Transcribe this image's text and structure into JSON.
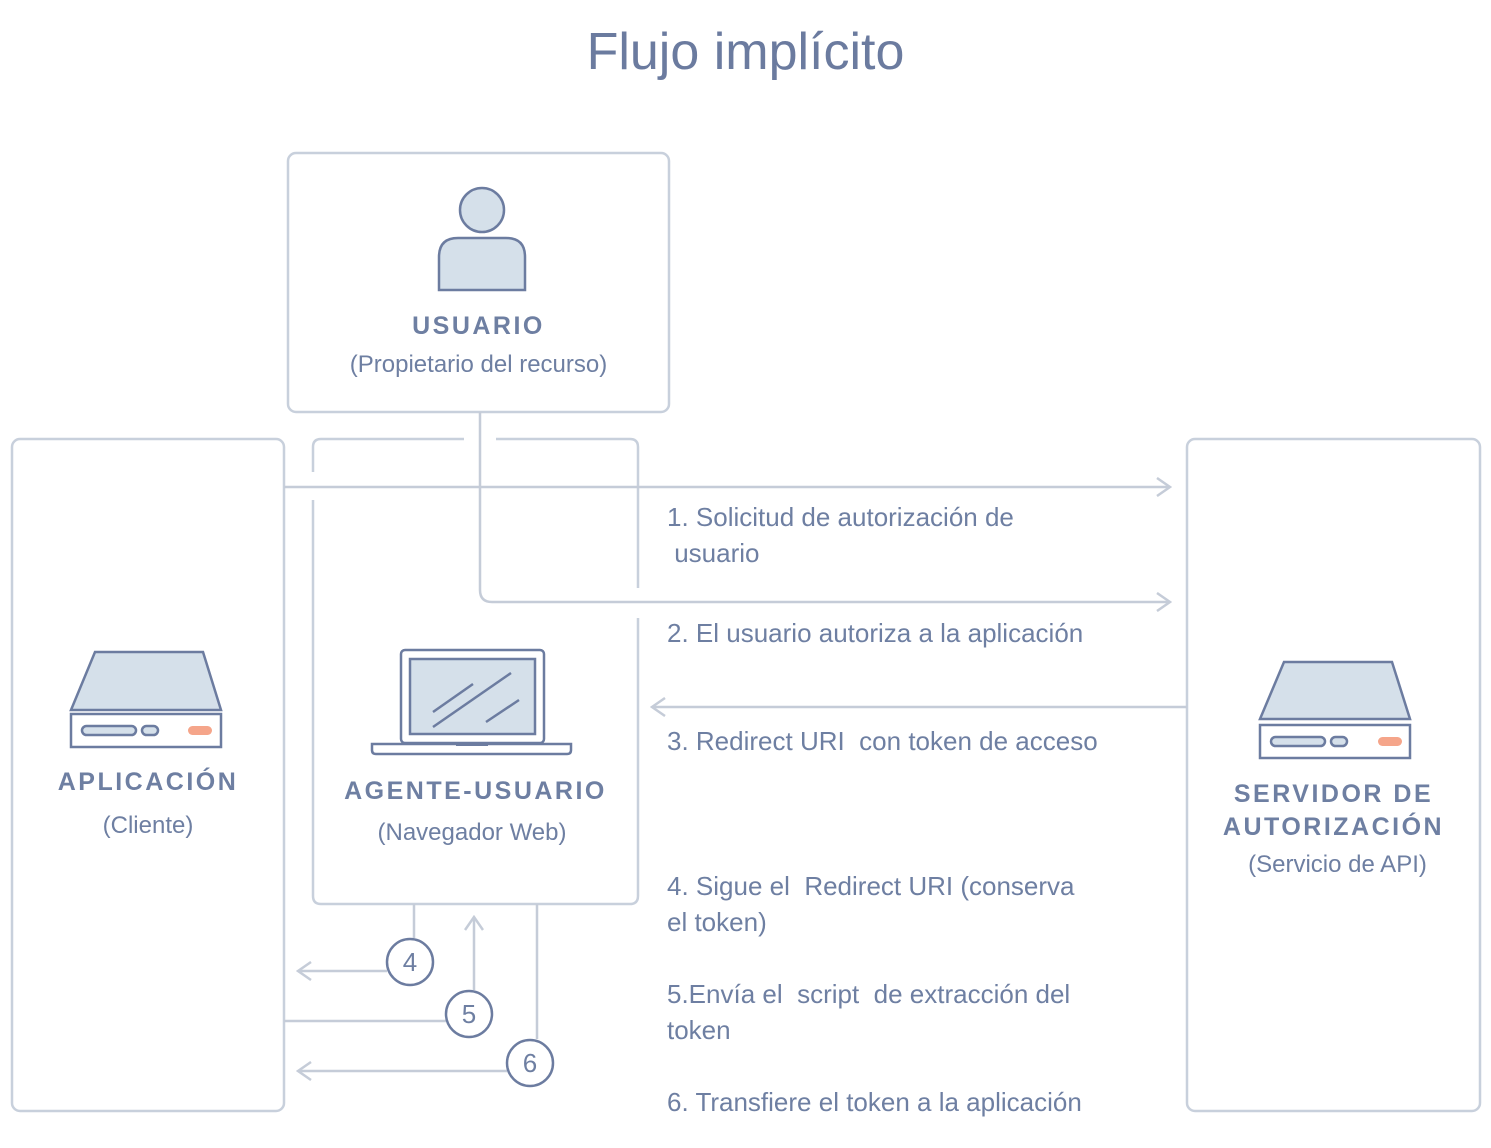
{
  "title": "Flujo implícito",
  "actors": {
    "usuario": {
      "name": "USUARIO",
      "subtitle": "(Propietario del recurso)",
      "icon": "user-icon"
    },
    "aplicacion": {
      "name": "APLICACIÓN",
      "subtitle": "(Cliente)",
      "icon": "server-icon"
    },
    "agente": {
      "name": "AGENTE-USUARIO",
      "subtitle": "(Navegador Web)",
      "icon": "laptop-icon"
    },
    "servidor": {
      "name_line1": "SERVIDOR DE",
      "name_line2": "AUTORIZACIÓN",
      "subtitle": "(Servicio de API)",
      "icon": "server-icon"
    }
  },
  "steps": [
    {
      "number": "1",
      "lines": [
        "1. Solicitud de autorización de",
        " usuario"
      ]
    },
    {
      "number": "2",
      "lines": [
        "2. El usuario autoriza a la aplicación"
      ]
    },
    {
      "number": "3",
      "lines": [
        "3. Redirect URI  con token de acceso"
      ]
    },
    {
      "number": "4",
      "lines": [
        "4. Sigue el  Redirect URI (conserva",
        "el token)"
      ]
    },
    {
      "number": "5",
      "lines": [
        "5.Envía el  script  de extracción del",
        "token"
      ]
    },
    {
      "number": "6",
      "lines": [
        "6. Transfiere el token a la aplicación"
      ]
    }
  ],
  "colors": {
    "line": "#c5ccd8",
    "icon_stroke": "#6c7ca0",
    "icon_fill": "#d5e0ea",
    "led": "#f5a58a",
    "text": "#6e7fa2"
  }
}
